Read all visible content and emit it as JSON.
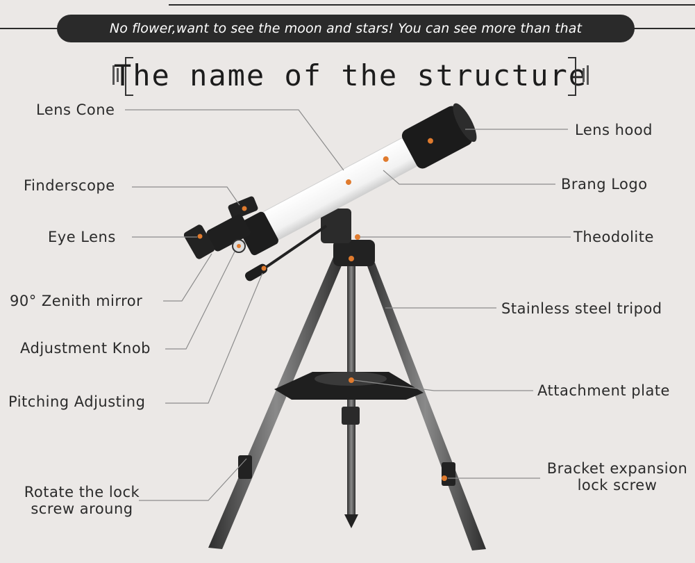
{
  "banner": {
    "text": "No flower,want to see the moon and stars! You can see more than that"
  },
  "title": {
    "text": "The name of the structure"
  },
  "labels": {
    "lens_cone": "Lens Cone",
    "lens_hood": "Lens hood",
    "finderscope": "Finderscope",
    "brand_logo": "Brang Logo",
    "eye_lens": "Eye Lens",
    "theodolite": "Theodolite",
    "zenith_mirror": "90° Zenith mirror",
    "tripod": "Stainless steel tripod",
    "adjustment_knob": "Adjustment Knob",
    "attachment_plate": "Attachment plate",
    "pitching": "Pitching Adjusting",
    "bracket_line1": "Bracket expansion",
    "bracket_line2": "lock screw",
    "rotate_line1": "Rotate the lock",
    "rotate_line2": "screw aroung"
  },
  "colors": {
    "background": "#ebe8e6",
    "banner": "#2a2a2a",
    "accent": "#e07b2e",
    "tube": "#ffffff",
    "metal": "#4a4a4a"
  }
}
